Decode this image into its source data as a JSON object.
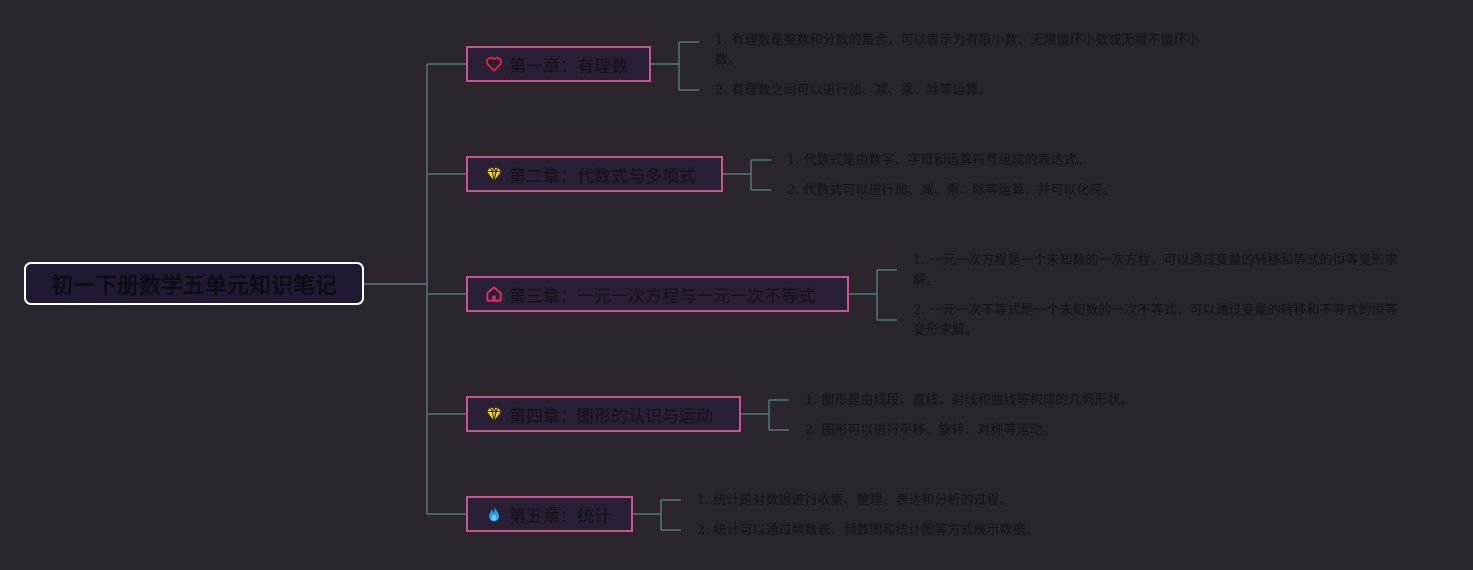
{
  "root": {
    "title": "初一下册数学五单元知识笔记"
  },
  "chapters": [
    {
      "title": "第一章：有理数",
      "icon": "heart-icon",
      "icon_color": "#e0203c",
      "notes": [
        "1. 有理数是整数和分数的集合，可以表示为有限小数、无限循环小数或无限不循环小数。",
        "2. 有理数之间可以进行加、减、乘、除等运算。"
      ]
    },
    {
      "title": "第二章：代数式与多项式",
      "icon": "diamond-icon",
      "icon_color": "#f5d742",
      "notes": [
        "1. 代数式是由数字、字母和运算符号组成的表达式。",
        "2. 代数式可以进行加、减、乘、除等运算，并可以化简。"
      ]
    },
    {
      "title": "第三章：一元一次方程与一元一次不等式",
      "icon": "home-icon",
      "icon_color": "#e0306a",
      "notes": [
        "1. 一元一次方程是一个未知数的一次方程，可以通过变量的转移和等式的恒等变形求解。",
        "2. 一元一次不等式是一个未知数的一次不等式，可以通过变量的转移和不等式的恒等变形求解。"
      ]
    },
    {
      "title": "第四章：图形的认识与运动",
      "icon": "diamond-icon",
      "icon_color": "#f5d742",
      "notes": [
        "1. 图形是由线段、直线、射线和曲线等构成的几何形状。",
        "2. 图形可以进行平移、旋转、对称等运动。"
      ]
    },
    {
      "title": "第五章：统计",
      "icon": "flame-icon",
      "icon_color": "#2a9de8",
      "notes": [
        "1. 统计是对数据进行收集、整理、表达和分析的过程。",
        "2. 统计可以通过频数表、频数图和统计图等方式展示数据。"
      ]
    }
  ],
  "colors": {
    "connector": "#4e7d76",
    "chapter_border": "#c9558f",
    "root_border": "#ffffff"
  }
}
